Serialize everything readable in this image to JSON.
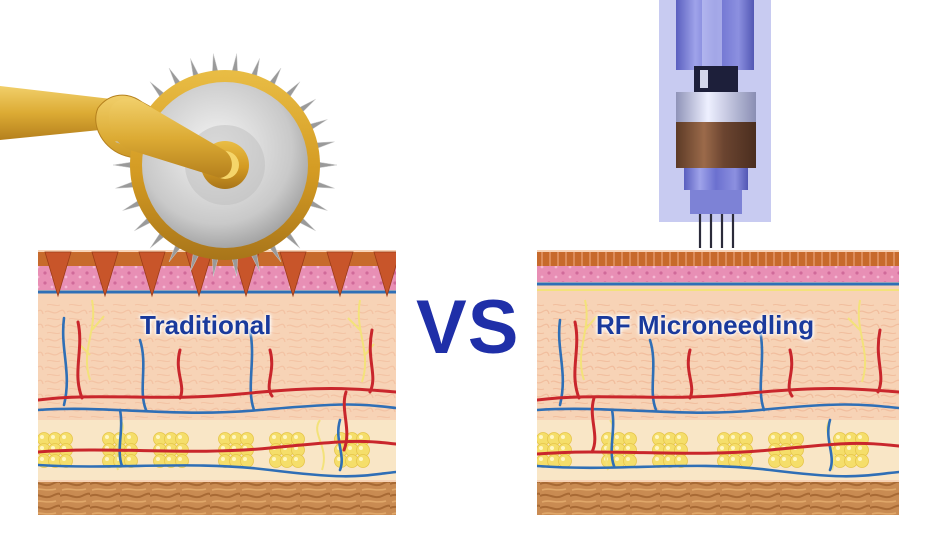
{
  "labels": {
    "left": "Traditional",
    "vs": "VS",
    "right": "RF Microneedling"
  },
  "colors": {
    "label_blue": "#1a3a9c",
    "vs_blue": "#1f2fa8",
    "skin_base": "#f7d3b6",
    "skin_texture": "#f3bfa0",
    "epidermis_pink": "#e88fb5",
    "stratum_brown": "#c76a2c",
    "artery_red": "#c9262c",
    "vein_blue": "#2f6fb6",
    "fat_yellow": "#f5de6a",
    "subcutis_brown": "#c98b52",
    "roller_gold": "#d9a521",
    "pen_purple": "#7b7fd3"
  },
  "icons": {
    "left_tool": "derma-roller-icon",
    "right_tool": "microneedle-pen-icon"
  }
}
